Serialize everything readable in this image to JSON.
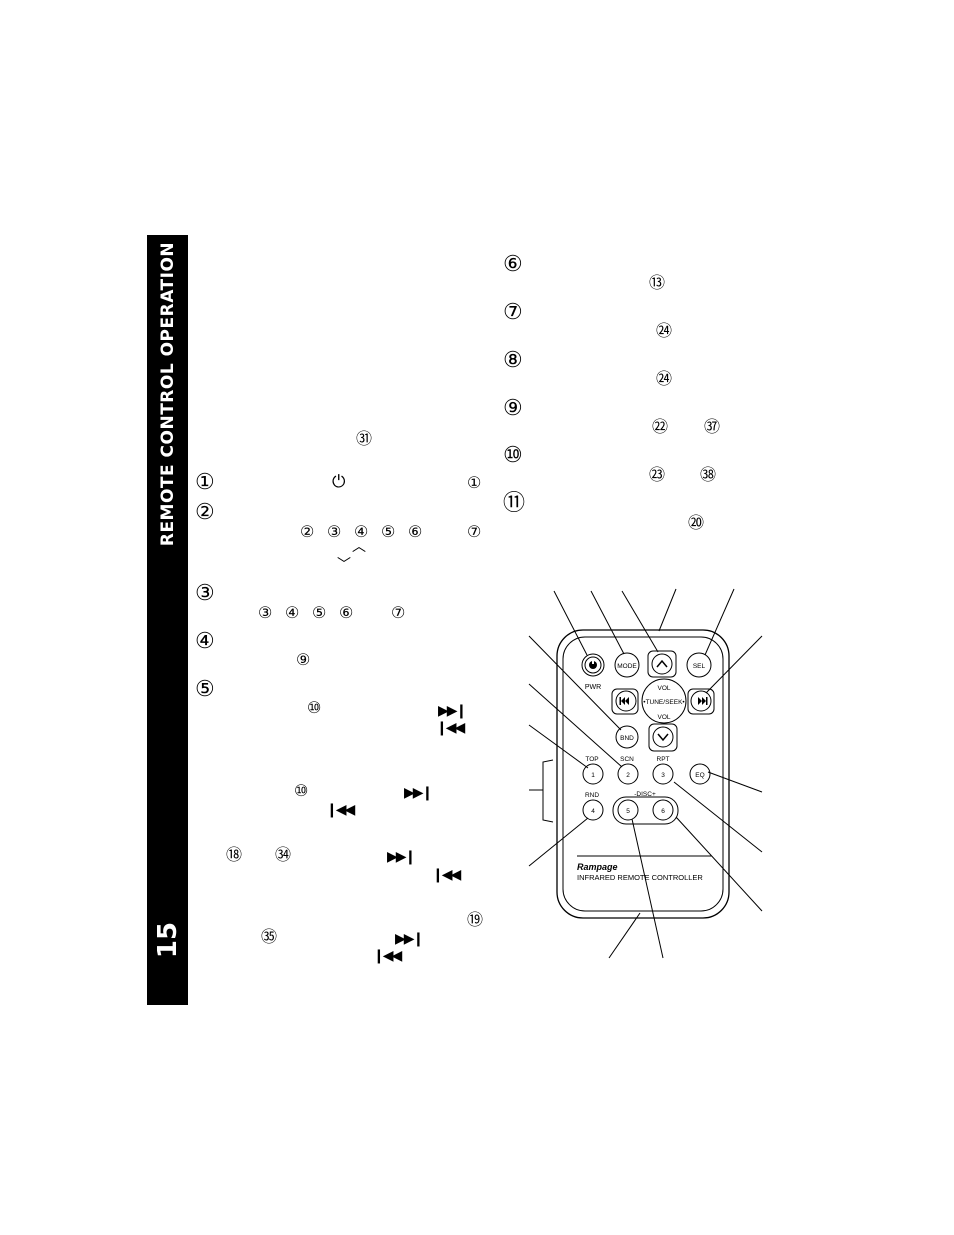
{
  "sidebar": {
    "title": "REMOTE CONTROL OPERATION",
    "page_number": "15"
  },
  "left_markers": {
    "m1": "①",
    "m2": "②",
    "m3": "③",
    "m4": "④",
    "m5": "⑤",
    "power_ref": "①",
    "ref_31": "㉛",
    "r2_2": "②",
    "r2_3": "③",
    "r2_4": "④",
    "r2_5": "⑤",
    "r2_6": "⑥",
    "r2_7": "⑦",
    "r3_3": "③",
    "r3_4": "④",
    "r3_5": "⑤",
    "r3_6": "⑥",
    "r3_7": "⑦",
    "r4_9": "⑨",
    "r5_10": "⑩",
    "r5b_10": "⑩",
    "r18": "⑱",
    "r34": "㉞",
    "r19": "⑲",
    "r35": "㉟"
  },
  "right_markers": {
    "m6": "⑥",
    "m7": "⑦",
    "m8": "⑧",
    "m9": "⑨",
    "m10": "⑩",
    "m11": "⑪",
    "r13": "⑬",
    "r24a": "㉔",
    "r24b": "㉔",
    "r22": "㉒",
    "r37": "㊲",
    "r23": "㉓",
    "r38": "㊳",
    "r20": "⑳"
  },
  "glyphs": {
    "next": "▶▶❙",
    "prev": "❙◀◀",
    "up": "︿",
    "down": "﹀",
    "power": "⏻"
  },
  "remote": {
    "pwr_label": "PWR",
    "mode": "MODE",
    "sel": "SEL",
    "bnd": "BND",
    "vol_up": "VOL",
    "tune_seek": "•TUNE/SEEK•",
    "vol_down": "VOL",
    "eq": "EQ",
    "top": "TOP",
    "scn": "SCN",
    "rpt": "RPT",
    "rnd": "RND",
    "disc": "-DISC+",
    "n1": "1",
    "n2": "2",
    "n3": "3",
    "n4": "4",
    "n5": "5",
    "n6": "6",
    "brand": "Rampage",
    "caption": "INFRARED REMOTE CONTROLLER"
  }
}
